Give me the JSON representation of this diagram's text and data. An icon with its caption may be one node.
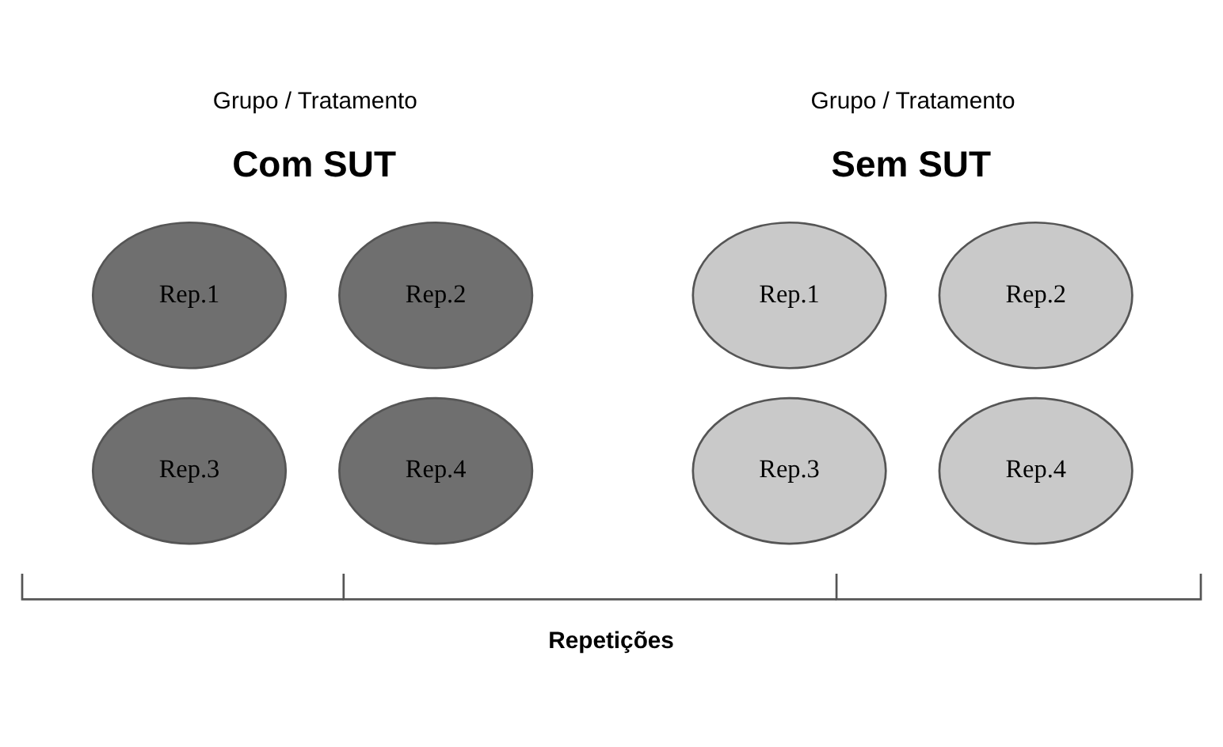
{
  "diagram": {
    "nodes": [
      {
        "text": [
          "Rep.1"
        ]
      },
      {
        "text": [
          "Rep.2"
        ]
      },
      {
        "text": [
          "Rep.1"
        ]
      },
      {
        "text": [
          "Rep.2"
        ]
      },
      {
        "text": [
          "Rep.3"
        ]
      },
      {
        "text": [
          "Rep.4"
        ]
      },
      {
        "text": [
          "Rep.3"
        ]
      },
      {
        "text": [
          "Rep.4"
        ]
      }
    ],
    "edges": [],
    "labels": [
      "Grupo / Tratamento",
      "Com SUT",
      "Grupo / Tratamento",
      "Sem SUT",
      "Repetições"
    ]
  }
}
